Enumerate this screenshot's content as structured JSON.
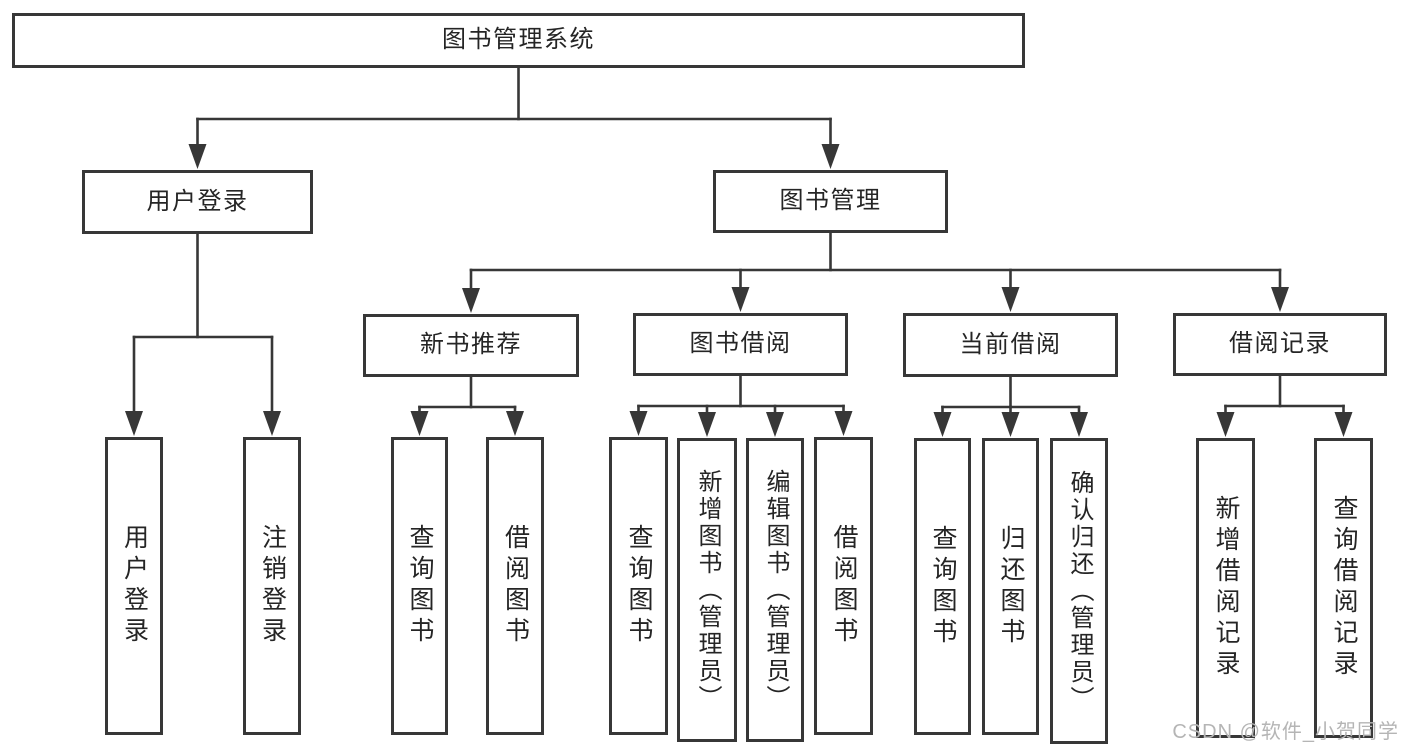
{
  "diagram_title": "图书管理系统",
  "watermark": {
    "text": "CSDN @软件_小贺同学"
  },
  "colors": {
    "line": "#373737",
    "border": "#373737",
    "text": "#252525",
    "background": "#ffffff",
    "watermark": "#b5b5b5"
  },
  "tree": {
    "id": "root",
    "label": "图书管理系统",
    "children": [
      {
        "id": "user-login",
        "label": "用户登录",
        "children": [
          {
            "id": "leaf-user-login",
            "label": "用户登录"
          },
          {
            "id": "leaf-logout",
            "label": "注销登录"
          }
        ]
      },
      {
        "id": "book-mgmt",
        "label": "图书管理",
        "children": [
          {
            "id": "new-book-rec",
            "label": "新书推荐",
            "children": [
              {
                "id": "nbr-query",
                "label": "查询图书"
              },
              {
                "id": "nbr-borrow",
                "label": "借阅图书"
              }
            ]
          },
          {
            "id": "book-borrow",
            "label": "图书借阅",
            "children": [
              {
                "id": "bb-query",
                "label": "查询图书"
              },
              {
                "id": "bb-add",
                "label": "新增图书（管理员）"
              },
              {
                "id": "bb-edit",
                "label": "编辑图书（管理员）"
              },
              {
                "id": "bb-borrow",
                "label": "借阅图书"
              }
            ]
          },
          {
            "id": "current-borrow",
            "label": "当前借阅",
            "children": [
              {
                "id": "cb-query",
                "label": "查询图书"
              },
              {
                "id": "cb-return",
                "label": "归还图书"
              },
              {
                "id": "cb-confirm",
                "label": "确认归还（管理员）"
              }
            ]
          },
          {
            "id": "borrow-records",
            "label": "借阅记录",
            "children": [
              {
                "id": "br-add",
                "label": "新增借阅记录"
              },
              {
                "id": "br-query",
                "label": "查询借阅记录"
              }
            ]
          }
        ]
      }
    ]
  }
}
